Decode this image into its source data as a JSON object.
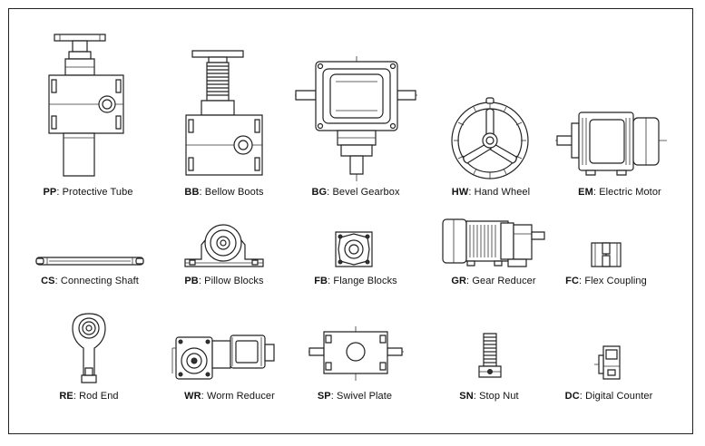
{
  "components": [
    {
      "code": "PP",
      "name": "Protective Tube",
      "icon": "protective-tube-icon"
    },
    {
      "code": "BB",
      "name": "Bellow Boots",
      "icon": "bellow-boots-icon"
    },
    {
      "code": "BG",
      "name": "Bevel Gearbox",
      "icon": "bevel-gearbox-icon"
    },
    {
      "code": "HW",
      "name": "Hand Wheel",
      "icon": "hand-wheel-icon"
    },
    {
      "code": "EM",
      "name": "Electric Motor",
      "icon": "electric-motor-icon"
    },
    {
      "code": "CS",
      "name": "Connecting Shaft",
      "icon": "connecting-shaft-icon"
    },
    {
      "code": "PB",
      "name": "Pillow Blocks",
      "icon": "pillow-blocks-icon"
    },
    {
      "code": "FB",
      "name": "Flange Blocks",
      "icon": "flange-blocks-icon"
    },
    {
      "code": "GR",
      "name": "Gear Reducer",
      "icon": "gear-reducer-icon"
    },
    {
      "code": "FC",
      "name": "Flex Coupling",
      "icon": "flex-coupling-icon"
    },
    {
      "code": "RE",
      "name": "Rod End",
      "icon": "rod-end-icon"
    },
    {
      "code": "WR",
      "name": "Worm Reducer",
      "icon": "worm-reducer-icon"
    },
    {
      "code": "SP",
      "name": "Swivel Plate",
      "icon": "swivel-plate-icon"
    },
    {
      "code": "SN",
      "name": "Stop Nut",
      "icon": "stop-nut-icon"
    },
    {
      "code": "DC",
      "name": "Digital Counter",
      "icon": "digital-counter-icon"
    }
  ],
  "separator": ": "
}
